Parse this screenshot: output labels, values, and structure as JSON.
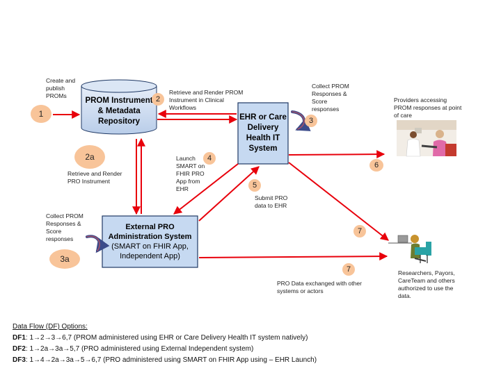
{
  "nodes": {
    "repository": {
      "line1": "PROM Instrument",
      "line2": "& Metadata",
      "line3": "Repository"
    },
    "ehr": {
      "line1": "EHR or Care",
      "line2": "Delivery",
      "line3": "Health IT",
      "line4": "System"
    },
    "external": {
      "line1": "External PRO",
      "line2": "Administration System",
      "line3": "(SMART on FHIR App,",
      "line4": "Independent App)"
    }
  },
  "badges": {
    "b1": "1",
    "b2": "2",
    "b2a": "2a",
    "b3": "3",
    "b3a": "3a",
    "b4": "4",
    "b5": "5",
    "b6": "6",
    "b7a": "7",
    "b7b": "7"
  },
  "labels": {
    "create": [
      "Create and",
      "publish",
      "PROMs"
    ],
    "retrieve_ehr": [
      "Retrieve and Render PROM",
      "Instrument in Clinical",
      "Workflows"
    ],
    "collect_ehr": [
      "Collect PROM",
      "Responses  &",
      "Score",
      "responses"
    ],
    "providers": [
      "Providers accessing",
      "PROM responses at point",
      "of care"
    ],
    "retrieve_pro": [
      "Retrieve and Render",
      "PRO Instrument"
    ],
    "launch": [
      "Launch",
      "SMART on",
      "FHIR PRO",
      "App from",
      "EHR"
    ],
    "submit": [
      "Submit PRO",
      "data to EHR"
    ],
    "collect_ext": [
      "Collect PROM",
      "Responses  &",
      "Score",
      "responses"
    ],
    "pro_exchange": [
      "PRO Data exchanged  with other",
      "systems or actors"
    ],
    "researchers": [
      "Researchers, Payors,",
      "CareTeam and others",
      "authorized to use the",
      "data."
    ]
  },
  "legend": {
    "title": "Data Flow (DF) Options:",
    "rows": [
      {
        "id": "DF1",
        "text": ": 1→2→3→6,7 (PROM administered using EHR or Care Delivery Health IT system natively)"
      },
      {
        "id": "DF2",
        "text": ": 1→2a→3a→5,7 (PRO administered using External Independent system)"
      },
      {
        "id": "DF3",
        "text": ": 1→4→2a→3a→5→6,7 (PRO administered using SMART on FHIR App using – EHR Launch)"
      }
    ]
  },
  "colors": {
    "arrow": "#e8000b",
    "box_fill": "#c6d9f1",
    "box_stroke": "#1f3864",
    "badge": "#f8c499",
    "curl": "#8b2252"
  }
}
